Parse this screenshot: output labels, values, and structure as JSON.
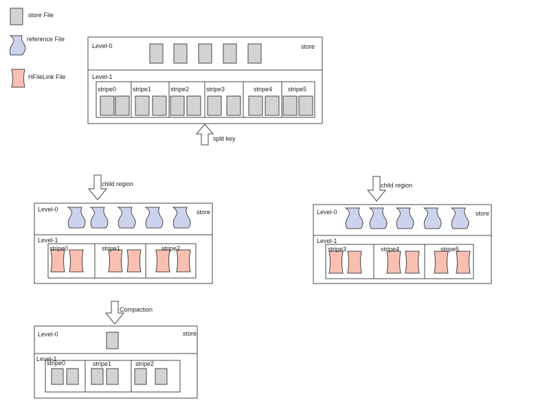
{
  "legend": {
    "store_file": "store File",
    "reference_file": "reference File",
    "hfilelink_file": "HFileLink File"
  },
  "top_store": {
    "level0": "Level-0",
    "store": "store",
    "level1": "Level-1",
    "stripes": [
      "stripe0",
      "stripe1",
      "stripe2",
      "stripe3",
      "stripe4",
      "stripe5"
    ]
  },
  "split_key": "split key",
  "left_child": {
    "arrow_label": "child region",
    "level0": "Level-0",
    "store": "store",
    "level1": "Level-1",
    "stripes": [
      "stripe0",
      "stripe1",
      "stripe2"
    ]
  },
  "right_child": {
    "arrow_label": "child region",
    "level0": "Level-0",
    "store": "store",
    "level1": "Level-1",
    "stripes": [
      "stripe3",
      "stripe4",
      "stripe5"
    ]
  },
  "compaction": {
    "arrow_label": "Compaction",
    "level0": "Level-0",
    "store": "store",
    "level1": "Level-1",
    "stripes": [
      "stripe0",
      "stripe1",
      "stripe2"
    ]
  },
  "colors": {
    "store_file": "#d3d3d3",
    "reference_file": "#cdd3ec",
    "hfilelink_file": "#f9bfb2",
    "stroke": "#444444"
  }
}
